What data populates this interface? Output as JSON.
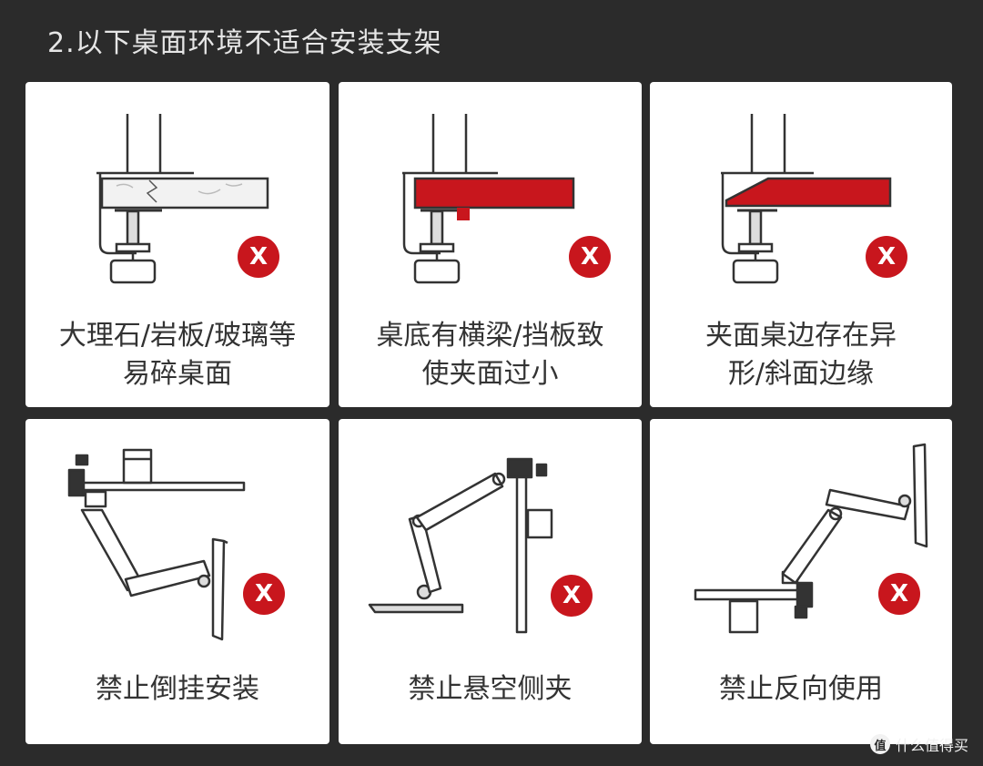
{
  "header": {
    "title": "2.以下桌面环境不适合安装支架"
  },
  "cards": [
    {
      "line1": "大理石/岩板/玻璃等",
      "line2": "易碎桌面",
      "badge": "X"
    },
    {
      "line1": "桌底有横梁/挡板致",
      "line2": "使夹面过小",
      "badge": "X"
    },
    {
      "line1": "夹面桌边存在异",
      "line2": "形/斜面边缘",
      "badge": "X"
    },
    {
      "line1": "禁止倒挂安装",
      "badge": "X"
    },
    {
      "line1": "禁止悬空侧夹",
      "badge": "X"
    },
    {
      "line1": "禁止反向使用",
      "badge": "X"
    }
  ],
  "colors": {
    "accent": "#c8161d",
    "background": "#2b2b2b",
    "card": "#ffffff",
    "line": "#333333"
  },
  "watermark": {
    "logo": "值",
    "text": "什么值得买"
  }
}
